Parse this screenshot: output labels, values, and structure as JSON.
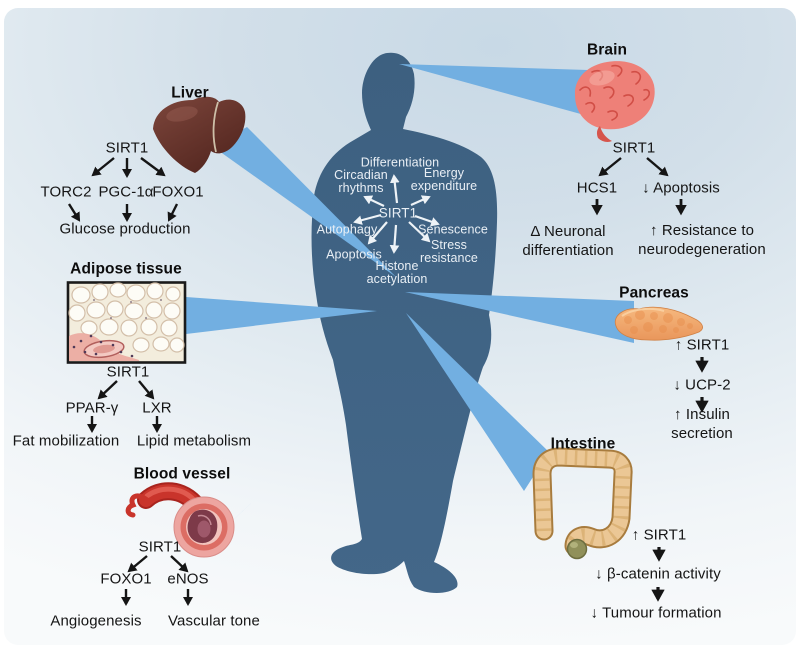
{
  "colors": {
    "body": "#3e6380",
    "beam": "#72afe1",
    "label_text": "#151515",
    "title_text": "#0d0d0d",
    "central_text": "#e9eff5",
    "background_top": "#c8d9e6",
    "background_bottom": "#f8fafb"
  },
  "central": {
    "hub_label": "SIRT1",
    "functions": {
      "top": "Differentiation",
      "top_left": "Circadian\nrhythms",
      "top_right": "Energy\nexpenditure",
      "left": "Autophagy",
      "right": "Senescence",
      "bottom_left": "Apoptosis",
      "bottom_right": "Stress\nresistance",
      "bottom": "Histone\nacetylation"
    }
  },
  "liver": {
    "title": "Liver",
    "regulator": "SIRT1",
    "targets": [
      "TORC2",
      "PGC-1α",
      "FOXO1"
    ],
    "outcome": "Glucose production"
  },
  "adipose": {
    "title": "Adipose tissue",
    "regulator": "SIRT1",
    "targets": [
      "PPAR-γ",
      "LXR"
    ],
    "outcomes": [
      "Fat mobilization",
      "Lipid metabolism"
    ]
  },
  "vessel": {
    "title": "Blood vessel",
    "regulator": "SIRT1",
    "targets": [
      "FOXO1",
      "eNOS"
    ],
    "outcomes": [
      "Angiogenesis",
      "Vascular tone"
    ]
  },
  "brain": {
    "title": "Brain",
    "regulator": "SIRT1",
    "targets": [
      "HCS1",
      "↓ Apoptosis"
    ],
    "outcomes": [
      "Δ Neuronal\ndifferentiation",
      "↑ Resistance to\nneurodegeneration"
    ]
  },
  "pancreas": {
    "title": "Pancreas",
    "steps": [
      "↑ SIRT1",
      "↓ UCP-2",
      "↑ Insulin secretion"
    ]
  },
  "intestine": {
    "title": "Intestine",
    "steps": [
      "↑ SIRT1",
      "↓ β-catenin activity",
      "↓ Tumour formation"
    ]
  }
}
